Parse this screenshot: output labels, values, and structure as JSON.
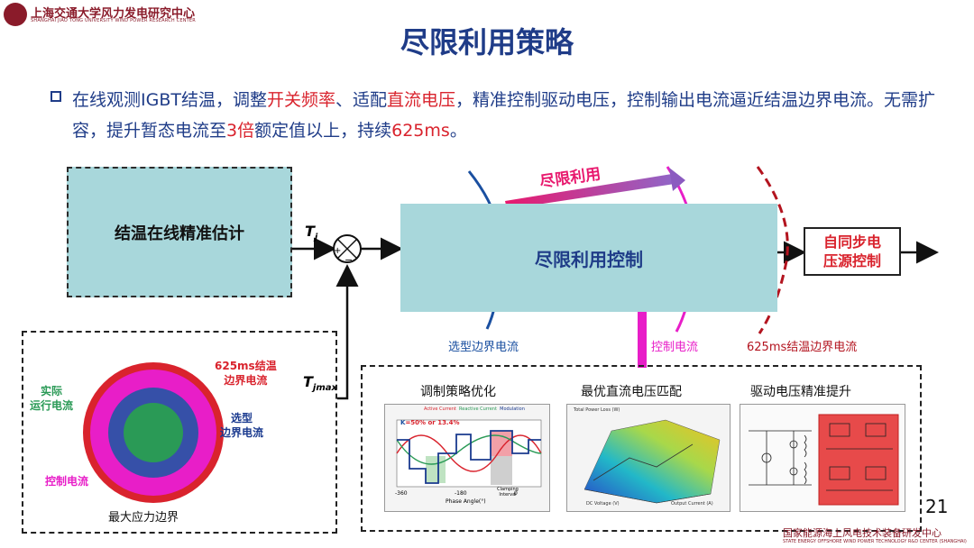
{
  "header": {
    "logo_cn": "上海交通大学风力发电研究中心",
    "logo_en": "SHANGHAI JIAO TONG UNIVERSITY WIND POWER RESEARCH CENTER"
  },
  "title": "尽限利用策略",
  "bullet": {
    "t1": "在线观测IGBT结温，调整",
    "t2": "开关频率",
    "t3": "、适配",
    "t4": "直流电压",
    "t5": "，精准控制驱动电压，控制输出电流逼近结温边界电流。无需扩容，提升暂态电流至",
    "t6": "3倍",
    "t7": "额定值以上，持续",
    "t8": "625ms",
    "t9": "。"
  },
  "diagram": {
    "estimation_block": "结温在线精准估计",
    "control_block": "尽限利用控制",
    "arrow_label": "尽限利用",
    "voltage_block_line1": "自同步电",
    "voltage_block_line2": "压源控制",
    "tj_label": "T",
    "tj_sub": "j",
    "tjmax_label": "T",
    "tjmax_sub": "jmax",
    "curve_label_1": "选型边界电流",
    "curve_label_2": "控制电流",
    "curve_label_3": "625ms结温边界电流"
  },
  "stress": {
    "label_625": "625ms结温",
    "label_625b": "边界电流",
    "label_actual1": "实际",
    "label_actual2": "运行电流",
    "label_sel1": "选型",
    "label_sel2": "边界电流",
    "label_ctrl": "控制电流",
    "caption": "最大应力边界"
  },
  "optim": {
    "sub1": "调制策略优化",
    "sub2": "最优直流电压匹配",
    "sub3": "驱动电压精准提升",
    "k_label": "K",
    "k_values": "=50% or 13.4%",
    "legend_1": "Active Current",
    "legend_2": "Reactive Current",
    "legend_3": "Modulation",
    "x_ticks": [
      "-360",
      "-180",
      "0"
    ],
    "x_label": "Phase Angle(°)",
    "clamp_label": "Clamping Interval",
    "surface_ylabel": "Total Power Loss (W)",
    "surface_xlabel": "DC Voltage (V)",
    "surface_xlabel2": "Output Current (A)"
  },
  "page_number": "21",
  "footer": {
    "cn": "国家能源海上风电技术装备研发中心",
    "en": "STATE ENERGY OFFSHORE WIND POWER TECHNOLOGY R&D CENTER (SHANGHAI)"
  },
  "colors": {
    "title_blue": "#1f3c88",
    "accent_red": "#d9232d",
    "magenta": "#e81ec8",
    "block_teal": "#a8d7db",
    "logo_red": "#8a1b2a"
  }
}
